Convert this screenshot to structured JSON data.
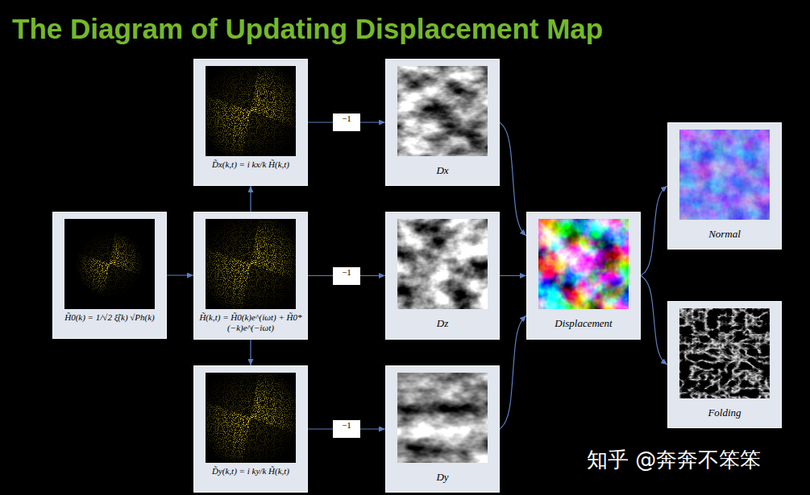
{
  "diagram": {
    "title": "The Diagram of Updating Displacement Map",
    "nodes": [
      {
        "text": [
          "H̃0(k) = 1/√2 ξ̃(k) √Ph(k)"
        ]
      },
      {
        "text": [
          "D̃x(k,t) = i kx/k H̃(k,t)"
        ]
      },
      {
        "text": [
          "H̃(k,t) = H̃0(k)e^(iωt) + H̃0*(−k)e^(−iωt)"
        ]
      },
      {
        "text": [
          "D̃y(k,t) = i ky/k H̃(k,t)"
        ]
      },
      {
        "text": [
          "Dx"
        ]
      },
      {
        "text": [
          "Dz"
        ]
      },
      {
        "text": [
          "Dy"
        ]
      },
      {
        "text": [
          "Displacement"
        ]
      },
      {
        "text": [
          "Normal"
        ]
      },
      {
        "text": [
          "Folding"
        ]
      }
    ],
    "edges": [
      {
        "from": 0,
        "to": 2,
        "arrow": "to"
      },
      {
        "from": 2,
        "to": 1,
        "arrow": "to"
      },
      {
        "from": 2,
        "to": 3,
        "arrow": "to"
      },
      {
        "from": 1,
        "to": 4,
        "label": "−1",
        "arrow": "to"
      },
      {
        "from": 2,
        "to": 5,
        "label": "−1",
        "arrow": "to"
      },
      {
        "from": 3,
        "to": 6,
        "label": "−1",
        "arrow": "to"
      },
      {
        "from": 4,
        "to": 7,
        "arrow": "to"
      },
      {
        "from": 5,
        "to": 7,
        "arrow": "to"
      },
      {
        "from": 6,
        "to": 7,
        "arrow": "to"
      },
      {
        "from": 7,
        "to": 8,
        "arrow": "to"
      },
      {
        "from": 7,
        "to": 9,
        "arrow": "to"
      }
    ],
    "labels": [
      "知乎 @奔奔不笨笨"
    ]
  }
}
